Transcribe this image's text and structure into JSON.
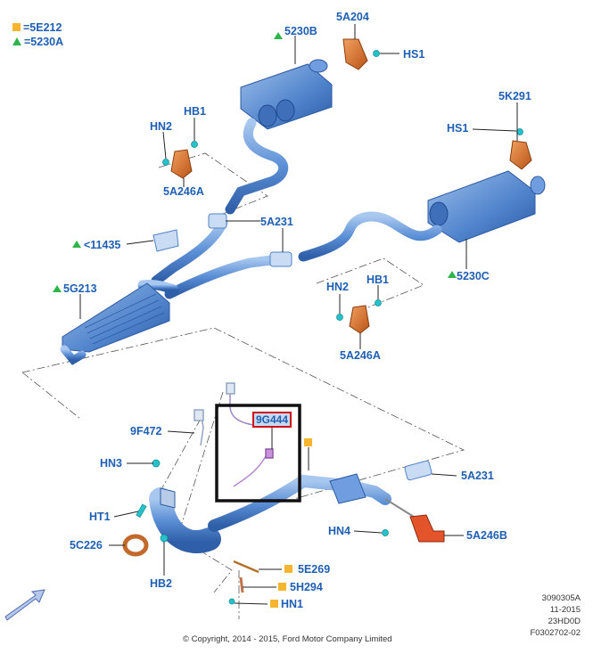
{
  "legend": [
    {
      "marker": "square",
      "color": "#f5b52e",
      "text": "=5E212"
    },
    {
      "marker": "triangle",
      "color": "#2db54a",
      "text": "=5230A"
    }
  ],
  "labels": {
    "5230B": "5230B",
    "5A204": "5A204",
    "HS1_top": "HS1",
    "HB1_top": "HB1",
    "HN2_top": "HN2",
    "5A246A_top": "5A246A",
    "5K291": "5K291",
    "HS1_right": "HS1",
    "5A231_top": "5A231",
    "11435": "<11435",
    "5G213": "5G213",
    "5230C": "5230C",
    "HN2_mid": "HN2",
    "HB1_mid": "HB1",
    "5A246A_mid": "5A246A",
    "9F472": "9F472",
    "9G444": "9G444",
    "HN3": "HN3",
    "5A231_bottom": "5A231",
    "HT1": "HT1",
    "5C226": "5C226",
    "HN4": "HN4",
    "5A246B": "5A246B",
    "HB2": "HB2",
    "5E269": "5E269",
    "5H294": "5H294",
    "HN1": "HN1"
  },
  "reference": [
    "3090305A",
    "11-2015",
    "23HD0D",
    "F0302702-02"
  ],
  "copyright": "© Copyright, 2014 - 2015, Ford Motor Company Limited",
  "colors": {
    "label": "#1f5fb3",
    "pipe": "#5b8fd6",
    "bracket": "#e07a2e",
    "highlight": "#d0101b",
    "marker_sq": "#f5b52e",
    "marker_tri": "#2db54a"
  },
  "icons": {
    "nav": "arrow-icon"
  }
}
